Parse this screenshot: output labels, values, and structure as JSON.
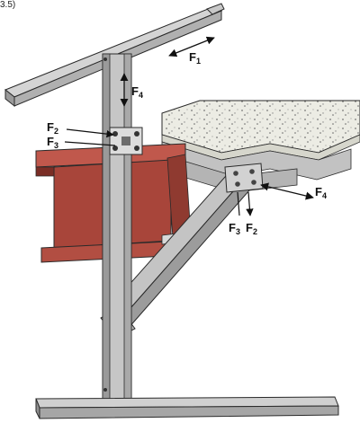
{
  "figure": {
    "top_edge_text": "3.5)",
    "forces": [
      {
        "name": "F",
        "sub": "1"
      },
      {
        "name": "F",
        "sub": "4"
      },
      {
        "name": "F",
        "sub": "2"
      },
      {
        "name": "F",
        "sub": "3"
      },
      {
        "name": "F",
        "sub": "4"
      },
      {
        "name": "F",
        "sub": "3"
      },
      {
        "name": "F",
        "sub": "2"
      }
    ],
    "colors": {
      "steel": "#b9b9b9",
      "steel_dark": "#8c8c8c",
      "steel_light": "#dcdcdc",
      "beam": "#a8453a",
      "beam_dark": "#7a2d25",
      "concrete": "#e8e8e0",
      "outline": "#2a2a2a"
    }
  }
}
